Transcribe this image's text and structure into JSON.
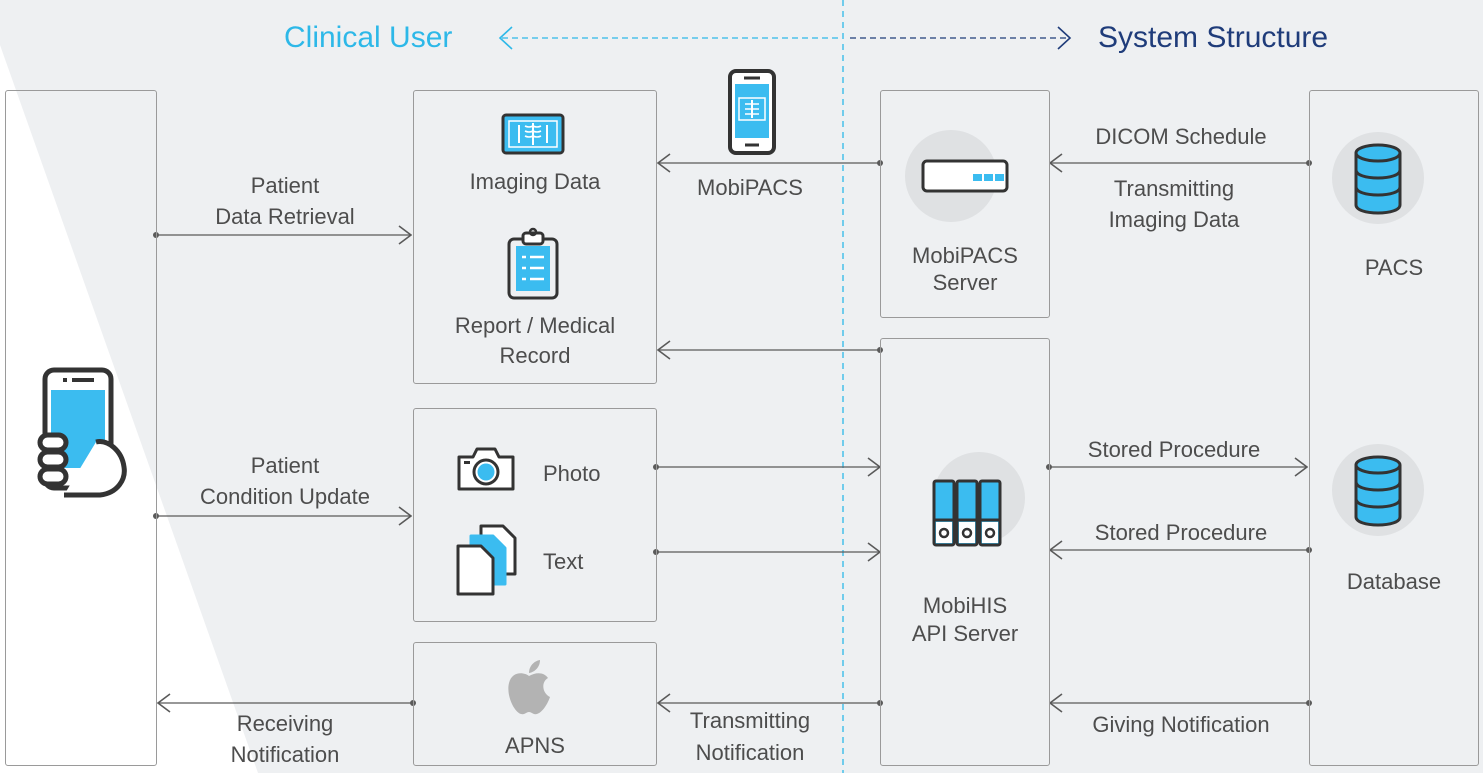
{
  "header": {
    "left_title": "Clinical User",
    "right_title": "System Structure"
  },
  "colors": {
    "accent": "#2db8e8",
    "navy": "#1f3c7a",
    "icon_blue": "#3bbcf0",
    "line": "#5a5a5a",
    "box_border": "#9a9a9a",
    "panel_bg": "#eef0f2",
    "circle_bg": "#dfe1e3"
  },
  "nodes": {
    "imaging_data": "Imaging Data",
    "report": [
      "Report / Medical",
      "Record"
    ],
    "photo": "Photo",
    "text": "Text",
    "apns": "APNS",
    "mobipacs_server": [
      "MobiPACS",
      "Server"
    ],
    "mobihis_api_server": [
      "MobiHIS",
      "API Server"
    ],
    "pacs": "PACS",
    "database": "Database"
  },
  "edges": {
    "patient_data_retrieval": [
      "Patient",
      "Data Retrieval"
    ],
    "patient_condition_update": [
      "Patient",
      "Condition Update"
    ],
    "receiving_notification": [
      "Receiving",
      "Notification"
    ],
    "mobipacs": "MobiPACS",
    "transmitting_notification": [
      "Transmitting",
      "Notification"
    ],
    "dicom_schedule": "DICOM Schedule",
    "transmitting_imaging_data": [
      "Transmitting",
      "Imaging Data"
    ],
    "stored_procedure_out": "Stored Procedure",
    "stored_procedure_in": "Stored Procedure",
    "giving_notification": "Giving Notification"
  },
  "icons": {
    "mobile_hand": "hand-holding-phone-icon",
    "xray": "xray-monitor-icon",
    "clipboard": "clipboard-icon",
    "camera": "camera-icon",
    "documents": "documents-icon",
    "apple": "apple-icon",
    "phone_xray": "phone-xray-icon",
    "server": "server-icon",
    "binders": "binders-icon",
    "database": "database-icon"
  }
}
